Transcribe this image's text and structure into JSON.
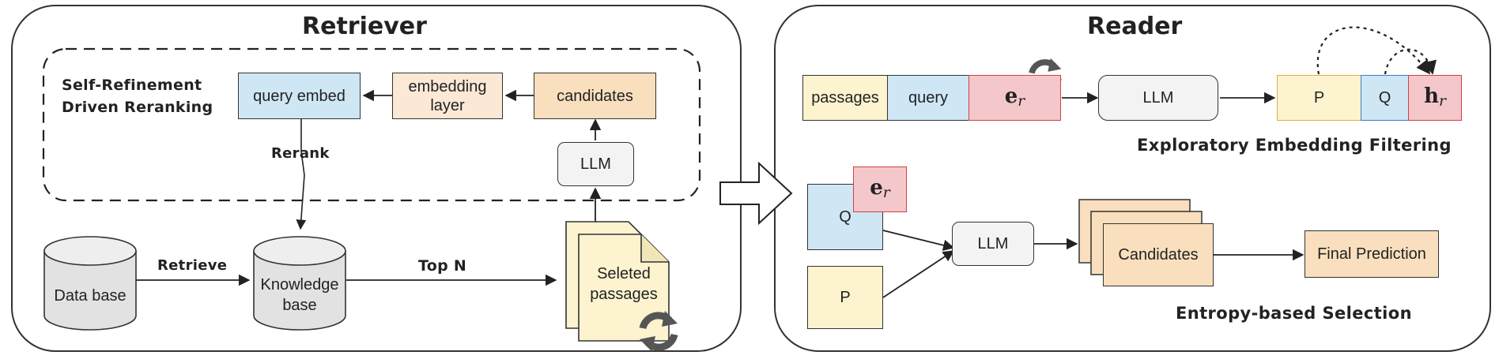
{
  "retriever": {
    "title": "Retriever",
    "rerank_section_label_line1": "Self-Refinement",
    "rerank_section_label_line2": "Driven Reranking",
    "query_embed": "query embed",
    "embedding_layer_line1": "embedding",
    "embedding_layer_line2": "layer",
    "candidates": "candidates",
    "llm": "LLM",
    "rerank_label": "Rerank",
    "database": "Data base",
    "knowledge_base_line1": "Knowledge",
    "knowledge_base_line2": "base",
    "retrieve_label": "Retrieve",
    "top_n_label": "Top N",
    "selected_passages_line1": "Seleted",
    "selected_passages_line2": "passages"
  },
  "reader": {
    "title": "Reader",
    "seq_passages": "passages",
    "seq_query": "query",
    "e_r_base": "e",
    "e_r_sub": "r",
    "llm_top": "LLM",
    "out_p": "P",
    "out_q": "Q",
    "h_r_base": "h",
    "h_r_sub": "r",
    "exploratory_label": "Exploratory Embedding Filtering",
    "q_box": "Q",
    "p_box": "P",
    "llm_bottom": "LLM",
    "candidates": "Candidates",
    "final_prediction": "Final Prediction",
    "entropy_label": "Entropy-based Selection"
  },
  "colors": {
    "blue": "#cfe6f5",
    "orange": "#f9dfbd",
    "light_orange": "#fbe9d6",
    "yellow": "#fdf3cf",
    "pink": "#f4c7cb",
    "gray": "#f3f3f3",
    "cylinder": "#e2e2e2",
    "refresh_icon": "#555555"
  }
}
